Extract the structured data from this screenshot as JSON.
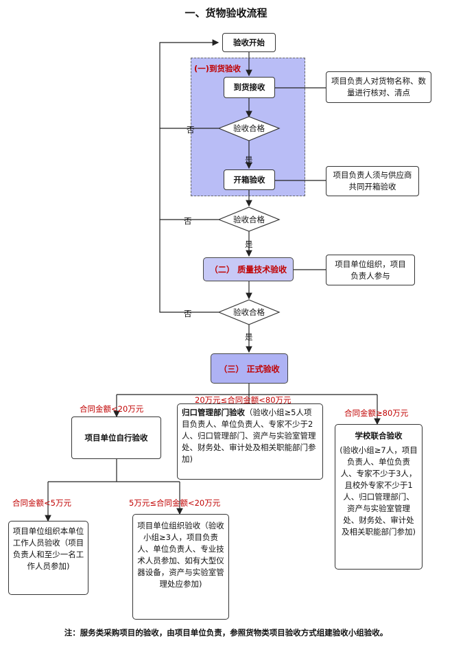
{
  "title": "一、货物验收流程",
  "nodes": {
    "start": "验收开始",
    "receive_group": "(一)到货验收",
    "arrival_check": "到货接收",
    "qualified_1": "验收合格",
    "unbox_check": "开箱验收",
    "qualified_2": "验收合格",
    "quality_check": "（二） 质量技术验收",
    "qualified_3": "验收合格",
    "formal_check": "（三） 正式验收"
  },
  "labels": {
    "no": "否",
    "yes": "是"
  },
  "side_notes": {
    "arrival": "项目负责人对货物名称、数量进行核对、清点",
    "unbox": "项目负责人须与供应商共同开箱验收",
    "quality": "项目单位组织，项目负责人参与"
  },
  "branches": {
    "low": {
      "condition": "合同金额<20万元",
      "title": "项目单位自行验收",
      "sub_a": {
        "condition": "合同金额<5万元",
        "text": "项目单位组织本单位工作人员验收（项目负责人和至少一名工作人员参加)"
      },
      "sub_b": {
        "condition": "5万元≤合同金额<20万元",
        "text": "项目单位组织验收（验收小组≥3人，项目负责人、单位负责人、专业技术人员参加、如有大型仪器设备，资产与实验室管理处应参加)"
      }
    },
    "mid": {
      "condition": "20万元≤合同金额<80万元",
      "title": "归口管理部门验收",
      "text": "（验收小组≥5人项目负责人、单位负责人、专家不少于2人、归口管理部门、资产与实验室管理处、财务处、审计处及相关职能部门参加)"
    },
    "high": {
      "condition": "合同金额≥80万元",
      "title": "学校联合验收",
      "text": "(验收小组≥7人，项目负责人、单位负责人、专家不少于3人，且校外专家不少于1人、归口管理部门、资产与实验室管理处、财务处、审计处及相关职能部门参加)"
    }
  },
  "footnote": "注：服务类采购项目的验收，由项目单位负责，参照货物类项目验收方式组建验收小组验收。",
  "colors": {
    "group_fill": "#b9bdf6",
    "stage_fill": "#c7c9f6",
    "formal_fill": "#aeb2f4",
    "condition_text": "#c00000"
  }
}
